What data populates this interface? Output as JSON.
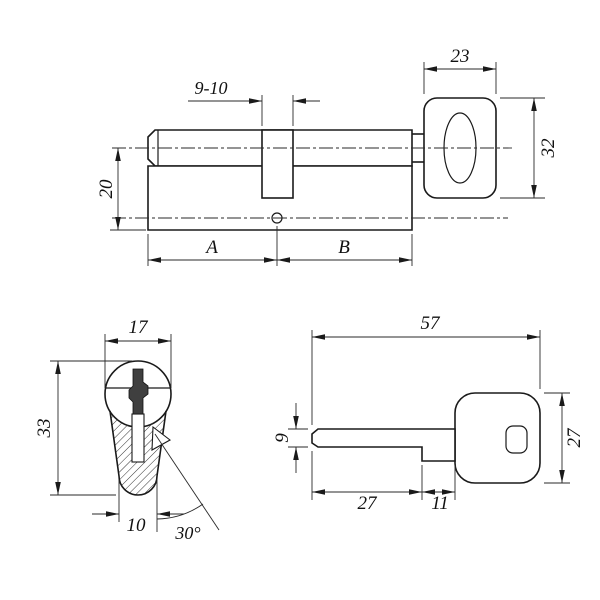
{
  "drawing": {
    "title": "lock-cylinder-technical-drawing",
    "background": "#ffffff",
    "line_color": "#1a1a1a",
    "side_view": {
      "dim_knob_width": "23",
      "dim_knob_height": "32",
      "dim_height": "20",
      "dim_cam": "9-10",
      "dim_a": "A",
      "dim_b": "B"
    },
    "profile_view": {
      "dim_width": "17",
      "dim_height": "33",
      "dim_bottom": "10",
      "dim_angle": "30°"
    },
    "key_view": {
      "dim_length": "57",
      "dim_head": "27",
      "dim_blade_height": "9",
      "dim_blade": "27",
      "dim_shoulder": "11"
    }
  }
}
